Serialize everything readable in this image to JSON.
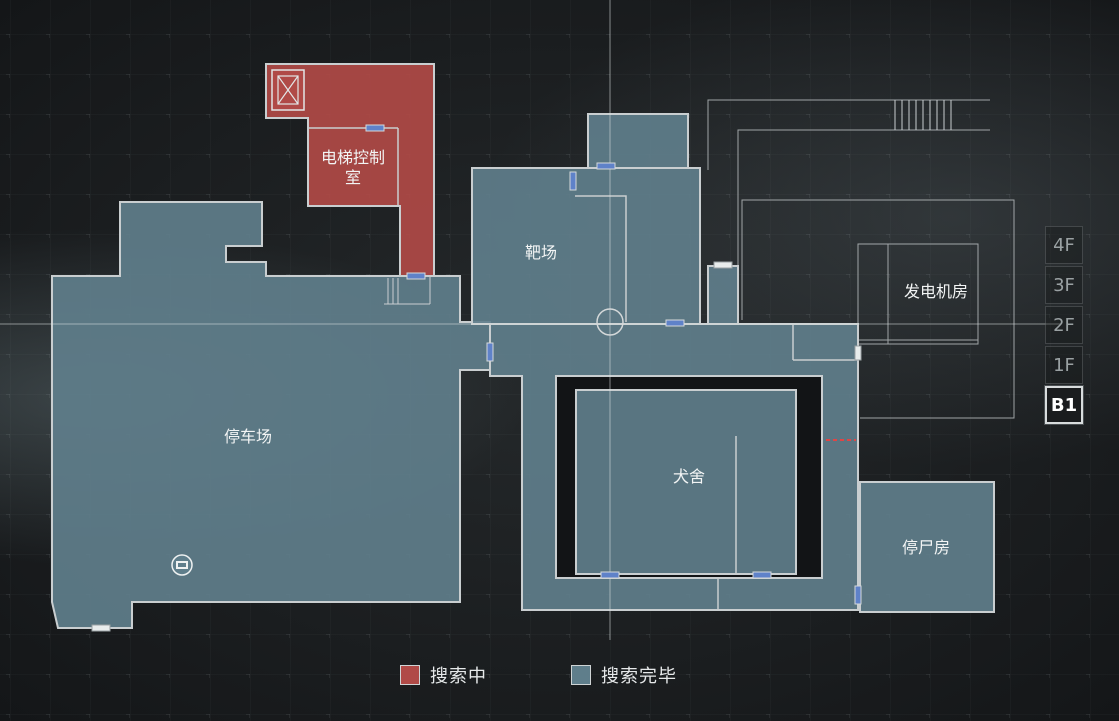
{
  "colors": {
    "searching": "#b04a47",
    "searched": "#5f7e8b",
    "wall": "#c9ced0",
    "door": "#5f82c9",
    "door_white": "#e8ecec",
    "laser": "#e04545"
  },
  "rooms": {
    "elevator_control": "电梯控制",
    "elevator_control_2": "室",
    "shooting_range": "靶场",
    "generator_room": "发电机房",
    "parking": "停车场",
    "kennel": "犬舍",
    "morgue": "停尸房"
  },
  "floors": [
    {
      "label": "4F"
    },
    {
      "label": "3F"
    },
    {
      "label": "2F"
    },
    {
      "label": "1F"
    },
    {
      "label": "B1"
    }
  ],
  "current_floor": "B1",
  "legend": {
    "searching": "搜索中",
    "searched": "搜索完毕"
  },
  "icons": {
    "elevator": "elevator-box-icon",
    "typewriter": "typewriter-save-icon"
  }
}
